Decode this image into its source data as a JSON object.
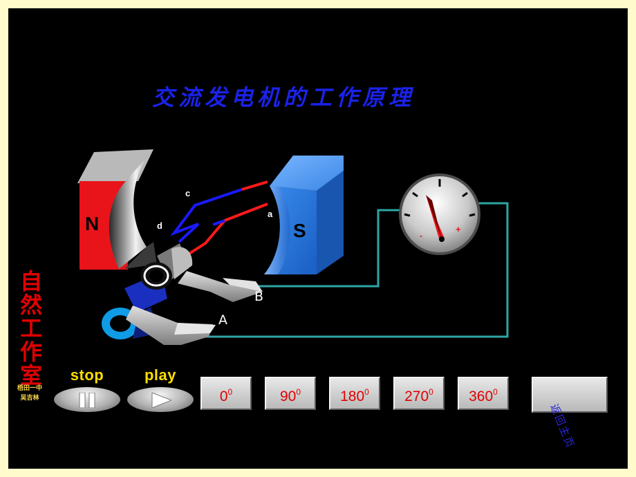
{
  "title": "交流发电机的工作原理",
  "labels": {
    "north": "N",
    "south": "S",
    "coil_a": "a",
    "coil_c": "c",
    "coil_d": "d",
    "brush_a": "A",
    "brush_b": "B"
  },
  "meter": {
    "minus": "-",
    "plus": "+"
  },
  "brand": [
    "自",
    "然",
    "工",
    "作",
    "室"
  ],
  "credit": [
    "梧田一中",
    "吴吉林"
  ],
  "controls": {
    "stop_label": "stop",
    "play_label": "play"
  },
  "angle_buttons": [
    {
      "value": "0",
      "unit": "0"
    },
    {
      "value": "90",
      "unit": "0"
    },
    {
      "value": "180",
      "unit": "0"
    },
    {
      "value": "270",
      "unit": "0"
    },
    {
      "value": "360",
      "unit": "0"
    }
  ],
  "home_button": {
    "label": "返回主页"
  },
  "colors": {
    "background": "#fffbcc",
    "stage": "#000000",
    "title": "#1a22e8",
    "north_pole": "#e8141a",
    "south_pole": "#1e6ed6",
    "wire_blue": "#1a1aff",
    "wire_red": "#ff1a1a",
    "circuit": "#2ea6a6",
    "angle_text": "#e00000",
    "brand": "#e10000",
    "control_text": "#ffde00"
  }
}
